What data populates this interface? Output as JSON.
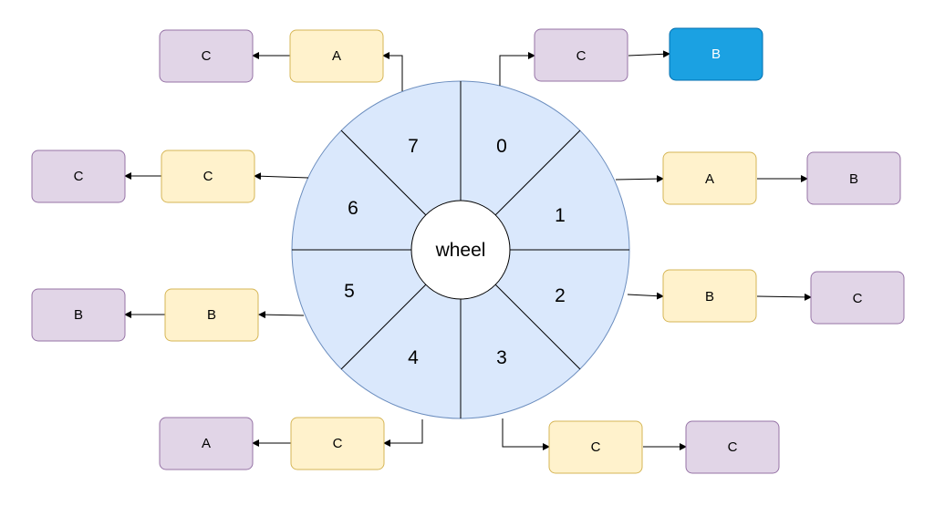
{
  "colors": {
    "wheel_fill": "#dae8fc",
    "wheel_stroke": "#6c8ebf",
    "yellow_fill": "#fff2cc",
    "yellow_stroke": "#d6b656",
    "purple_fill": "#e1d5e7",
    "purple_stroke": "#9673a6",
    "blue_fill": "#1ba1e2",
    "blue_stroke": "#006eaf"
  },
  "wheel": {
    "label": "wheel",
    "slots": [
      "0",
      "1",
      "2",
      "3",
      "4",
      "5",
      "6",
      "7"
    ]
  },
  "chains": [
    {
      "slot": "0",
      "nodes": [
        {
          "label": "C",
          "style": "purple"
        },
        {
          "label": "B",
          "style": "blue"
        }
      ]
    },
    {
      "slot": "1",
      "nodes": [
        {
          "label": "A",
          "style": "yellow"
        },
        {
          "label": "B",
          "style": "purple"
        }
      ]
    },
    {
      "slot": "2",
      "nodes": [
        {
          "label": "B",
          "style": "yellow"
        },
        {
          "label": "C",
          "style": "purple"
        }
      ]
    },
    {
      "slot": "3",
      "nodes": [
        {
          "label": "C",
          "style": "yellow"
        },
        {
          "label": "C",
          "style": "purple"
        }
      ]
    },
    {
      "slot": "4",
      "nodes": [
        {
          "label": "C",
          "style": "yellow"
        },
        {
          "label": "A",
          "style": "purple"
        }
      ]
    },
    {
      "slot": "5",
      "nodes": [
        {
          "label": "B",
          "style": "yellow"
        },
        {
          "label": "B",
          "style": "purple"
        }
      ]
    },
    {
      "slot": "6",
      "nodes": [
        {
          "label": "C",
          "style": "yellow"
        },
        {
          "label": "C",
          "style": "purple"
        }
      ]
    },
    {
      "slot": "7",
      "nodes": [
        {
          "label": "A",
          "style": "yellow"
        },
        {
          "label": "C",
          "style": "purple"
        }
      ]
    }
  ]
}
